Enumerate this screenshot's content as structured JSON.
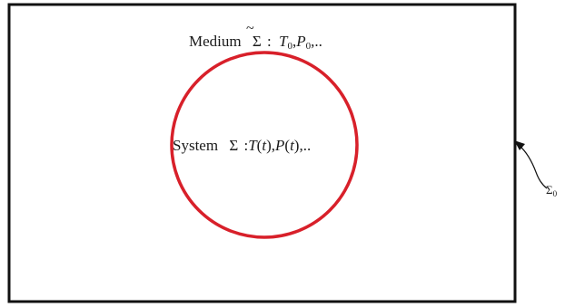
{
  "colors": {
    "outer_border": "#111111",
    "system_circle": "#d8202a",
    "text": "#1a1a1a"
  },
  "medium": {
    "word": "Medium",
    "symbol": "Σ",
    "tilde": "~",
    "colon": ":",
    "T": "T",
    "T_sub": "0",
    "P": "P",
    "P_sub": "0",
    "sep": ",",
    "ellipsis": ",.."
  },
  "system": {
    "word": "System",
    "symbol": "Σ",
    "colon": ":",
    "T": "T",
    "t1": "t",
    "P": "P",
    "t2": "t",
    "open": "(",
    "close": ")",
    "sep": ",",
    "ellipsis": ",.."
  },
  "boundary": {
    "symbol": "Σ",
    "sub": "0"
  }
}
